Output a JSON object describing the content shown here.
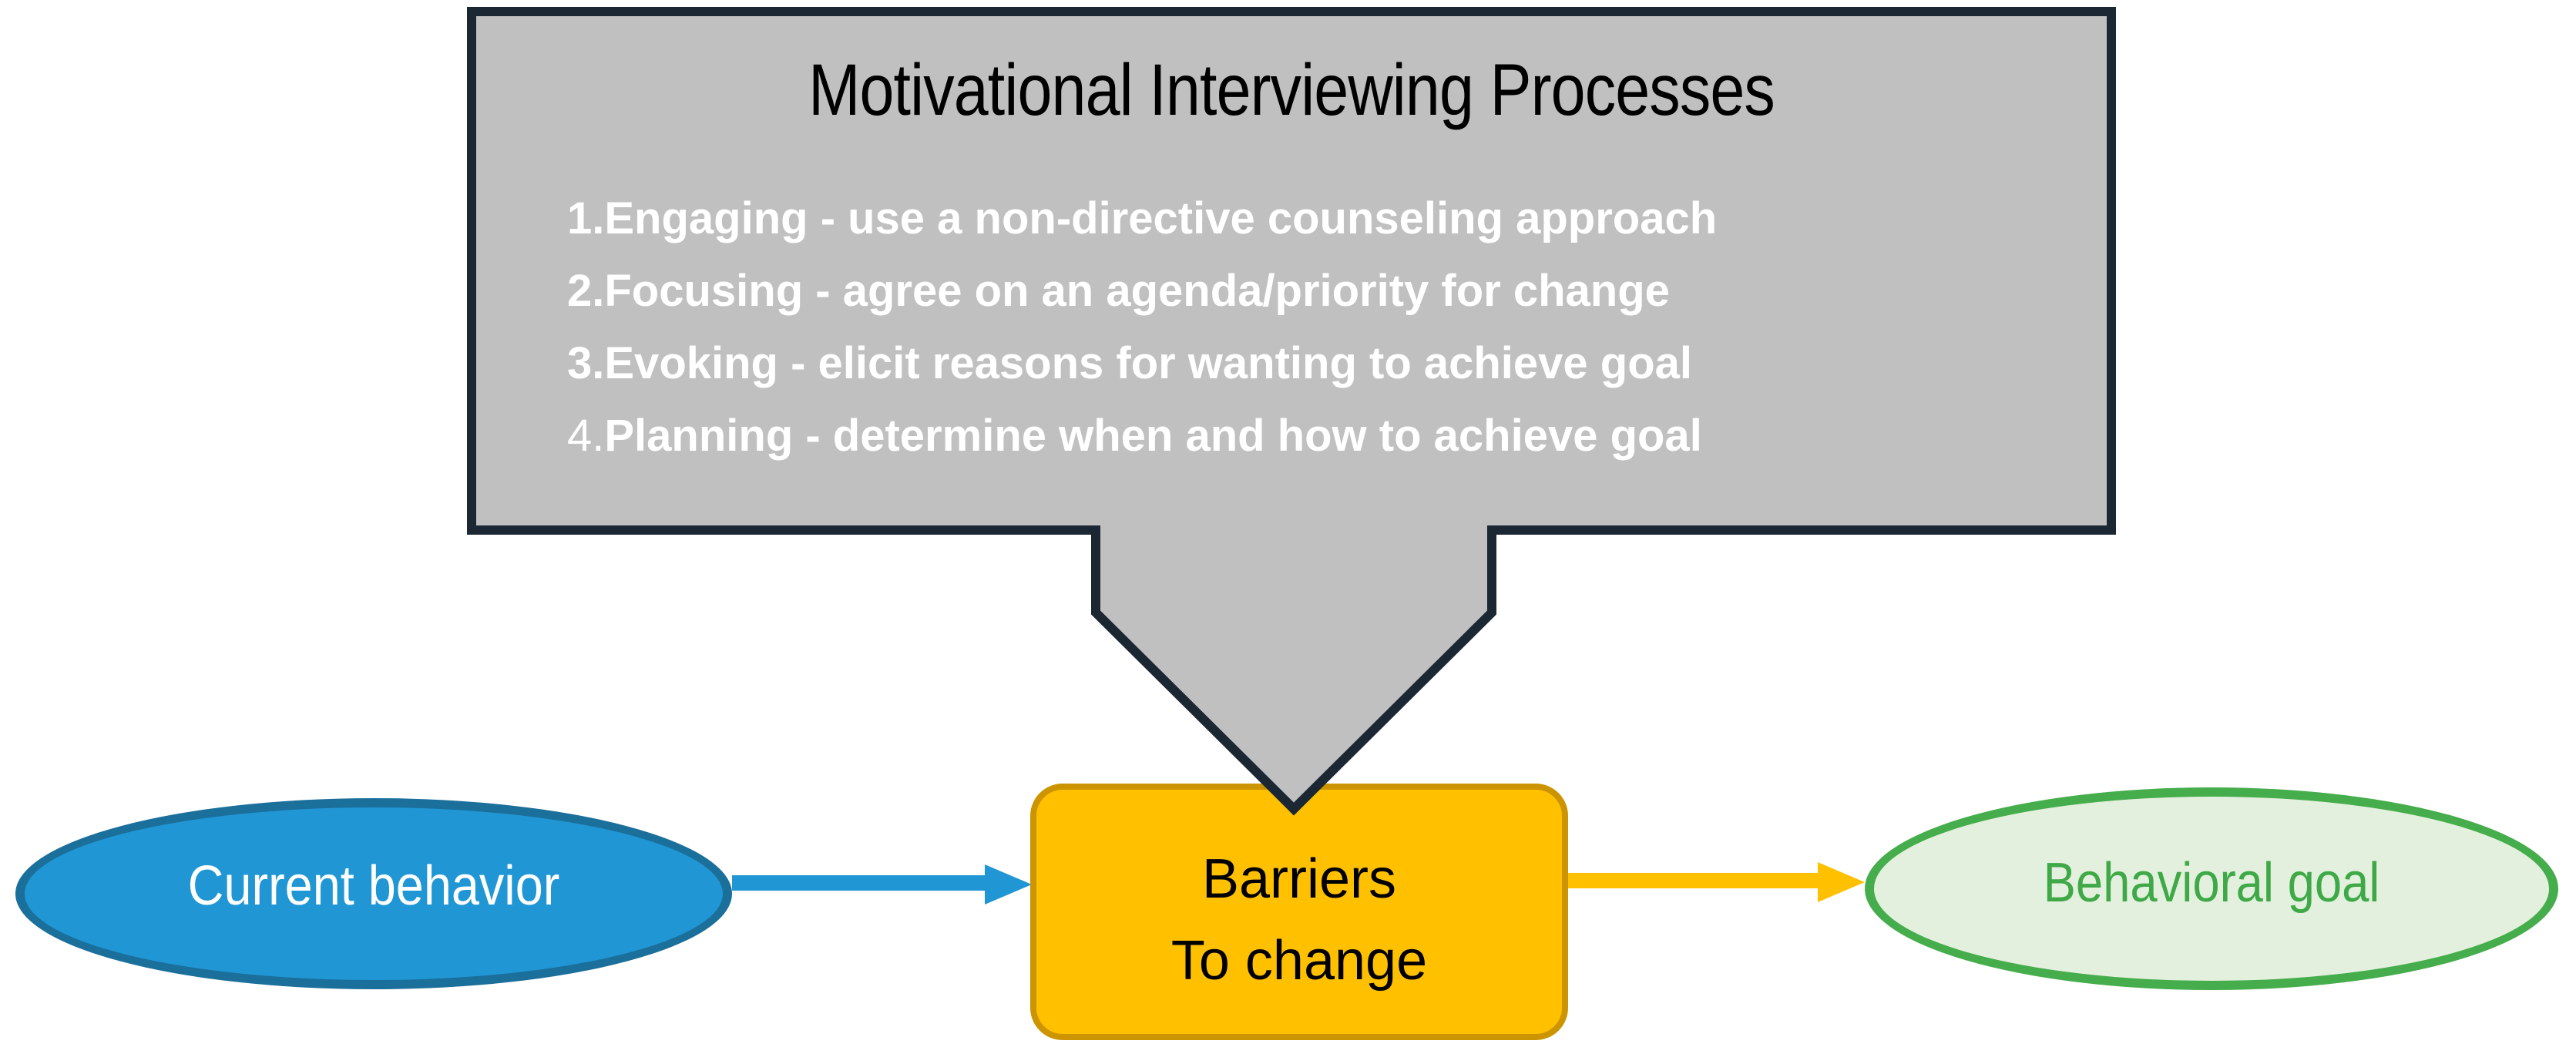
{
  "diagram": {
    "callout": {
      "title": "Motivational Interviewing Processes",
      "title_color": "#000000",
      "fill": "#C0C0C0",
      "border_color": "#1B2733",
      "items_color": "#FFFFFF",
      "items": [
        {
          "number": "1.",
          "text": "Engaging - use a non-directive counseling approach"
        },
        {
          "number": "2.",
          "text": "Focusing - agree on an agenda/priority for change"
        },
        {
          "number": "3.",
          "text": "Evoking - elicit reasons for wanting to achieve goal"
        },
        {
          "number": "4.",
          "text": "Planning - determine when and how to achieve goal"
        }
      ]
    },
    "nodes": {
      "current_behavior": {
        "label": "Current behavior",
        "fill": "#2097D4",
        "border_color": "#1B6F9B",
        "text_color": "#FFFFFF",
        "shape": "ellipse"
      },
      "barriers": {
        "line1": "Barriers",
        "line2": "To change",
        "fill": "#FFC000",
        "border_color": "#CC9400",
        "text_color": "#000000",
        "shape": "rounded-rectangle"
      },
      "behavioral_goal": {
        "label": "Behavioral goal",
        "fill": "#E3F0DE",
        "border_color": "#46AD4C",
        "text_color": "#3FA947",
        "shape": "ellipse"
      }
    },
    "connectors": {
      "current_to_barriers": {
        "color": "#2097D4",
        "direction": "right"
      },
      "barriers_to_goal": {
        "color": "#FFC000",
        "direction": "right"
      }
    }
  }
}
